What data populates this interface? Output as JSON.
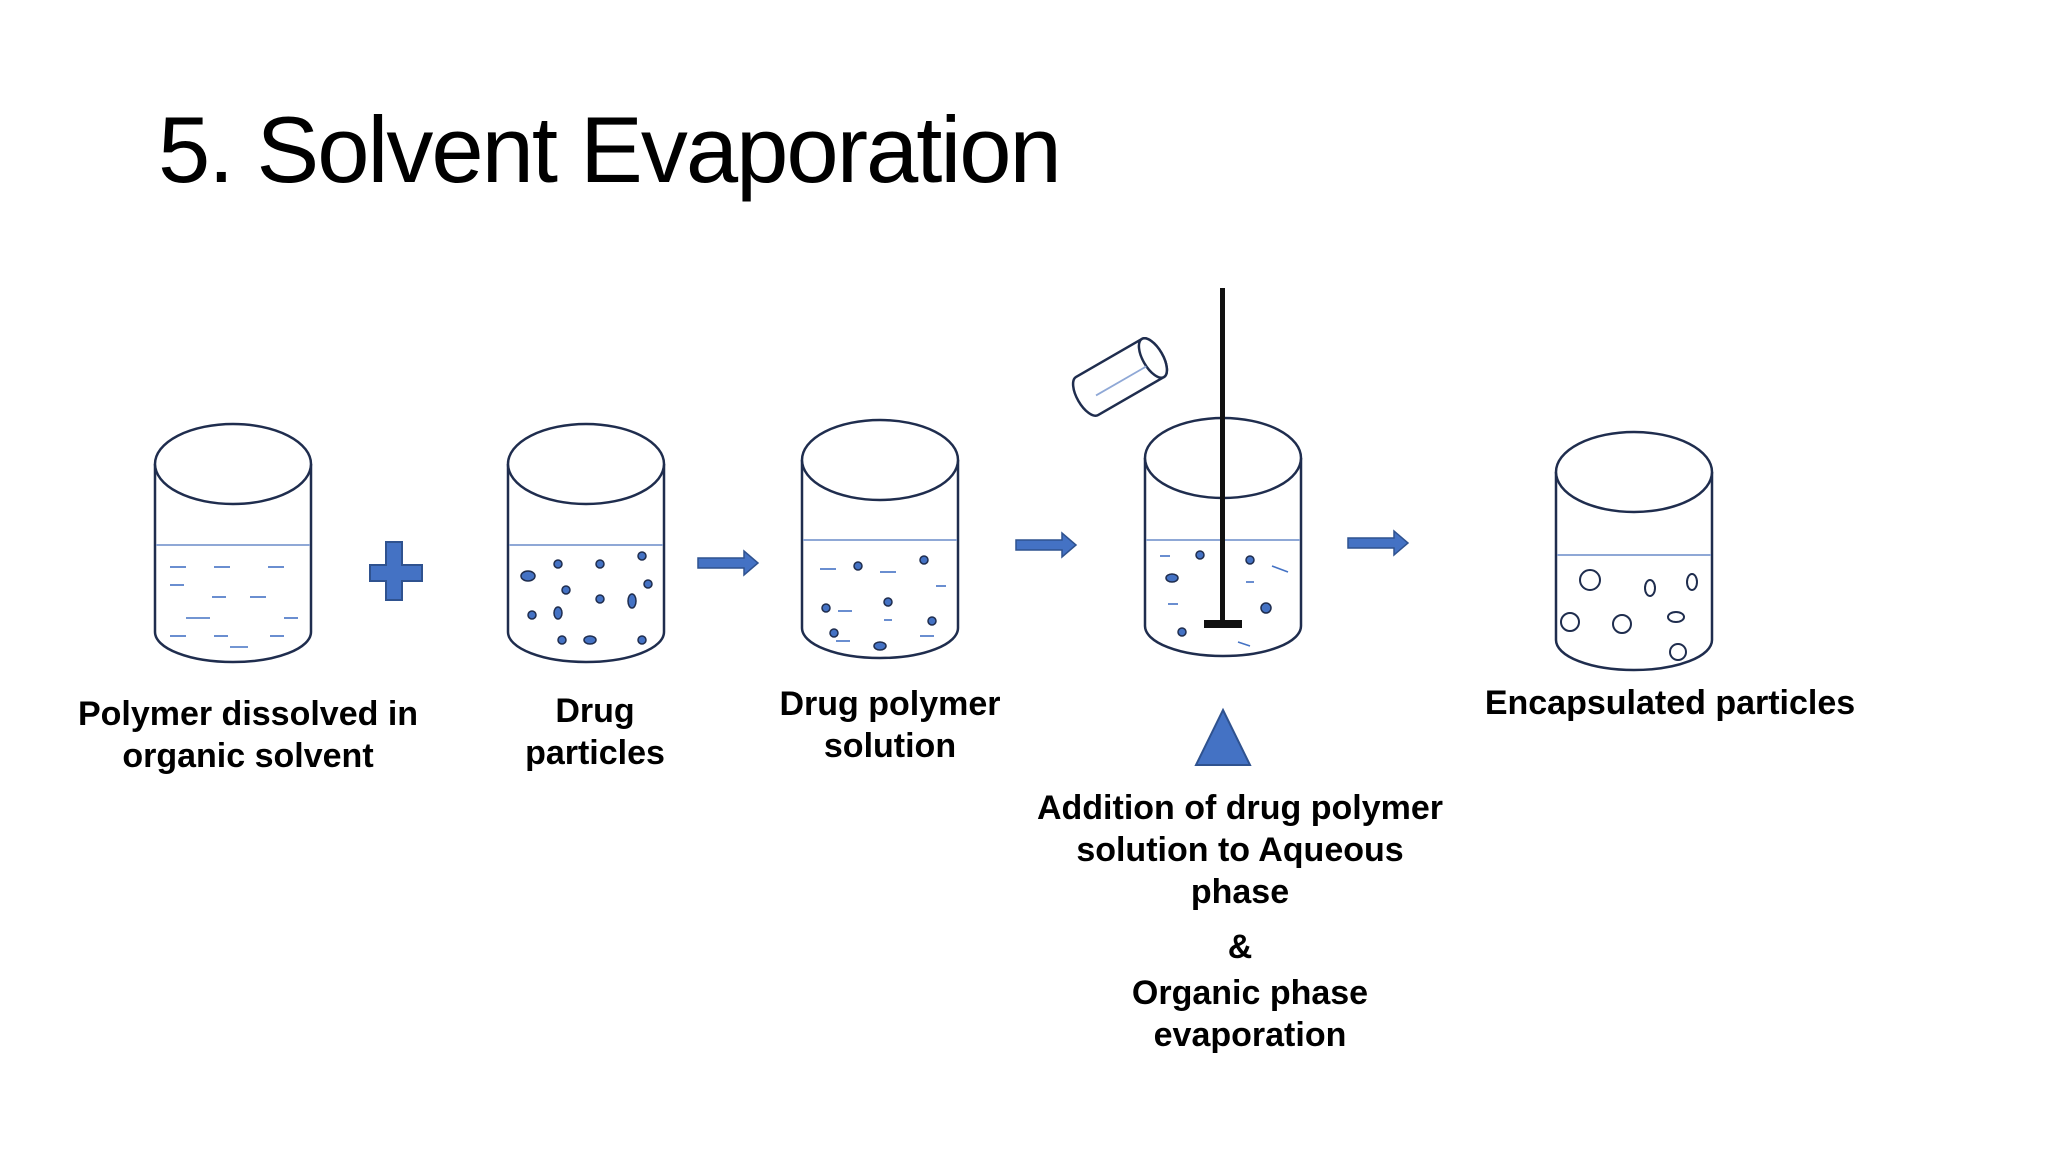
{
  "slide": {
    "title": "5. Solvent Evaporation",
    "colors": {
      "beaker_outline": "#1f2d4e",
      "liquid_line": "#8fa8d6",
      "accent": "#4472c4",
      "stirrer": "#111111"
    },
    "steps": [
      {
        "id": "polymer-solution",
        "caption_lines": [
          "Polymer dissolved in",
          "organic solvent"
        ]
      },
      {
        "id": "drug-particles",
        "caption_lines": [
          "Drug",
          "particles"
        ]
      },
      {
        "id": "drug-polymer-solution",
        "caption_lines": [
          "Drug polymer",
          "solution"
        ]
      },
      {
        "id": "aqueous-addition",
        "caption_lines": [
          "Addition of drug polymer",
          "solution to Aqueous",
          "phase"
        ],
        "connector": "&",
        "caption2_lines": [
          "Organic phase",
          "evaporation"
        ]
      },
      {
        "id": "encapsulated",
        "caption_lines": [
          "Encapsulated particles"
        ]
      }
    ],
    "operators": [
      "plus-icon",
      "arrow-right-icon",
      "arrow-right-icon",
      "arrow-right-icon",
      "triangle-heat-icon"
    ]
  }
}
